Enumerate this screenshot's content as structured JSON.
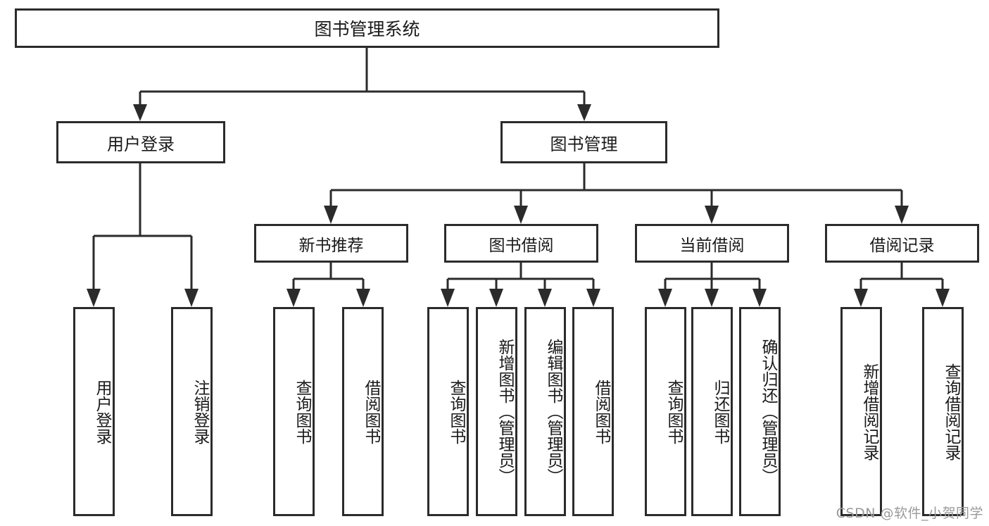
{
  "diagram": {
    "title": "图书管理系统",
    "type": "tree-hierarchy-chart",
    "root": {
      "label": "图书管理系统"
    },
    "level2": [
      {
        "label": "用户登录"
      },
      {
        "label": "图书管理"
      }
    ],
    "level3": [
      {
        "label": "新书推荐"
      },
      {
        "label": "图书借阅"
      },
      {
        "label": "当前借阅"
      },
      {
        "label": "借阅记录"
      }
    ],
    "leaves": {
      "user_login": [
        {
          "label": "用户登录"
        },
        {
          "label": "注销登录"
        }
      ],
      "new_book_recommend": [
        {
          "label": "查询图书"
        },
        {
          "label": "借阅图书"
        }
      ],
      "book_borrow": [
        {
          "label": "查询图书"
        },
        {
          "label": "新增图书（管理员）"
        },
        {
          "label": "编辑图书（管理员）"
        },
        {
          "label": "借阅图书"
        }
      ],
      "current_borrow": [
        {
          "label": "查询图书"
        },
        {
          "label": "归还图书"
        },
        {
          "label": "确认归还（管理员）"
        }
      ],
      "borrow_record": [
        {
          "label": "新增借阅记录"
        },
        {
          "label": "查询借阅记录"
        }
      ]
    }
  },
  "watermark": {
    "text": "CSDN @软件_小贺同学"
  },
  "colors": {
    "line": "#2b2b2b",
    "box_border": "#2b2b2b",
    "box_fill": "#ffffff",
    "text": "#1a1a1a",
    "watermark": "#9a9a9a",
    "background": "#ffffff"
  }
}
